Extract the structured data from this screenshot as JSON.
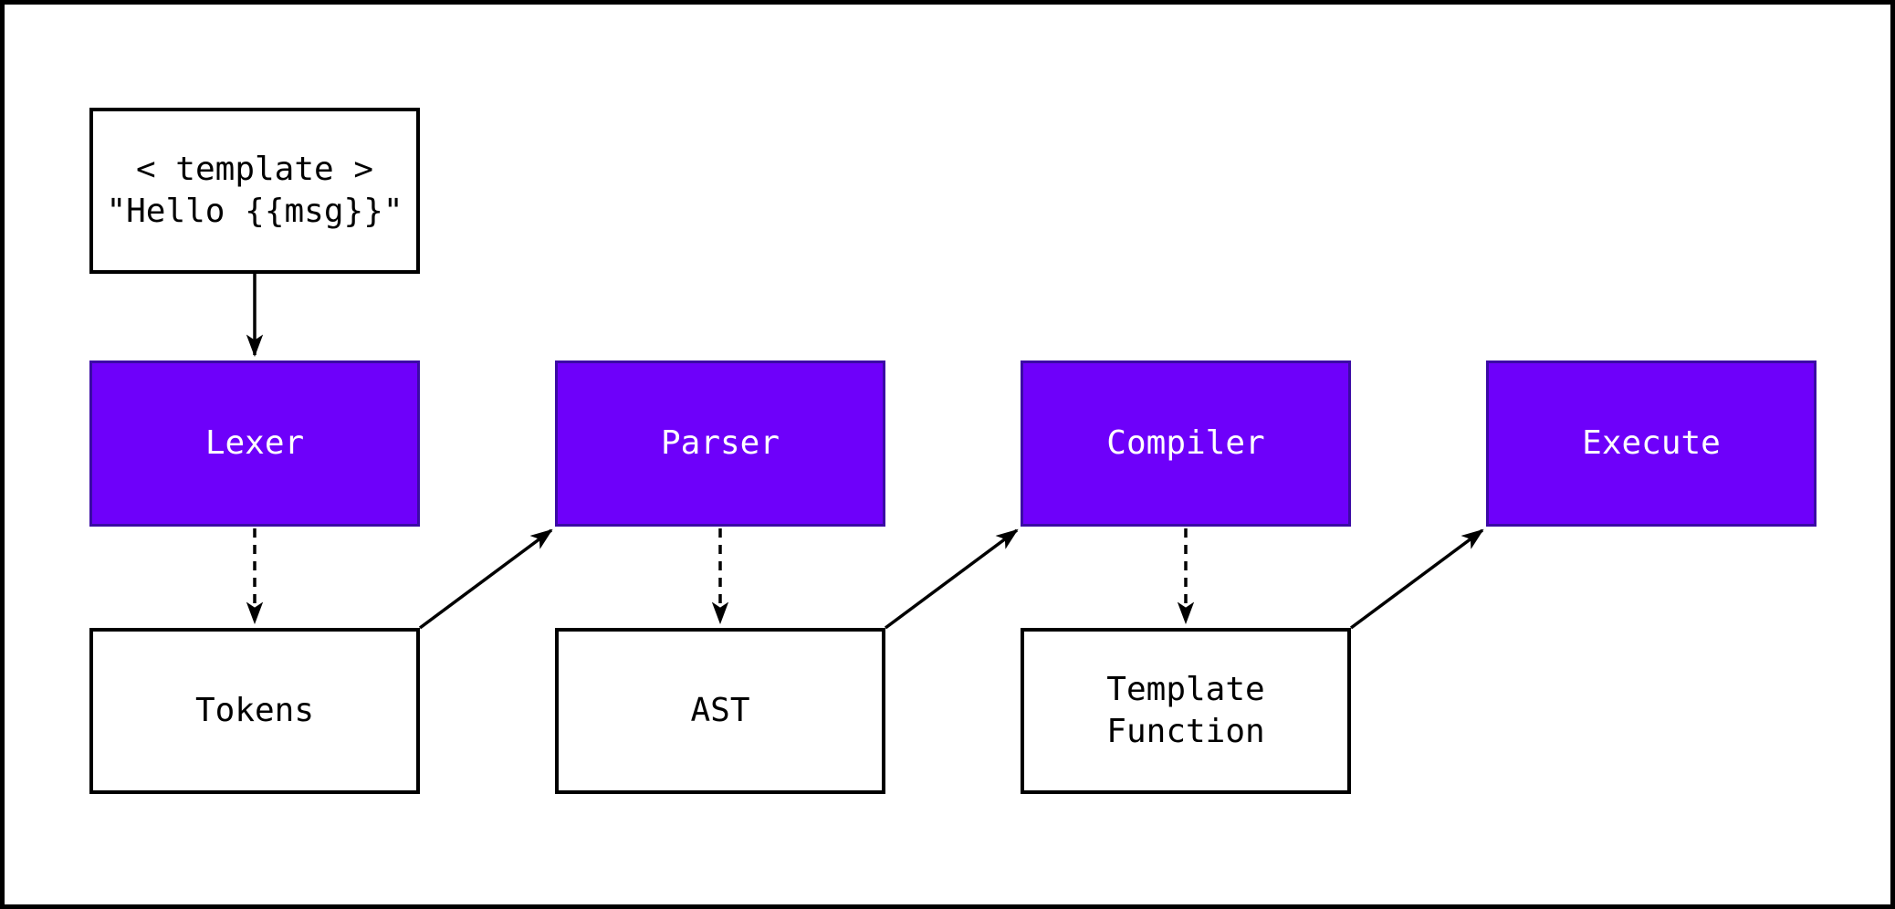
{
  "diagram": {
    "nodes": {
      "template_input": {
        "lines": [
          "< template >",
          "\"Hello {{msg}}\""
        ],
        "role": "source-input"
      },
      "lexer": {
        "label": "Lexer",
        "role": "stage"
      },
      "parser": {
        "label": "Parser",
        "role": "stage"
      },
      "compiler": {
        "label": "Compiler",
        "role": "stage"
      },
      "execute": {
        "label": "Execute",
        "role": "stage"
      },
      "tokens": {
        "label": "Tokens",
        "role": "artifact"
      },
      "ast": {
        "label": "AST",
        "role": "artifact"
      },
      "template_function": {
        "lines": [
          "Template",
          "Function"
        ],
        "role": "artifact"
      }
    },
    "edges": [
      {
        "from": "template_input",
        "to": "lexer",
        "style": "solid-arrow"
      },
      {
        "from": "lexer",
        "to": "tokens",
        "style": "dashed-arrow"
      },
      {
        "from": "tokens",
        "to": "parser",
        "style": "solid-arrow"
      },
      {
        "from": "parser",
        "to": "ast",
        "style": "dashed-arrow"
      },
      {
        "from": "ast",
        "to": "compiler",
        "style": "solid-arrow"
      },
      {
        "from": "compiler",
        "to": "template_function",
        "style": "dashed-arrow"
      },
      {
        "from": "template_function",
        "to": "execute",
        "style": "solid-arrow"
      }
    ],
    "colors": {
      "canvas_bg": "#ffffff",
      "stage_fill": "#6e00fa",
      "stage_border": "#3b0aa5",
      "stage_text": "#ffffff",
      "artifact_fill": "#ffffff",
      "artifact_border": "#000000",
      "artifact_text": "#000000",
      "edge_color": "#000000"
    }
  }
}
